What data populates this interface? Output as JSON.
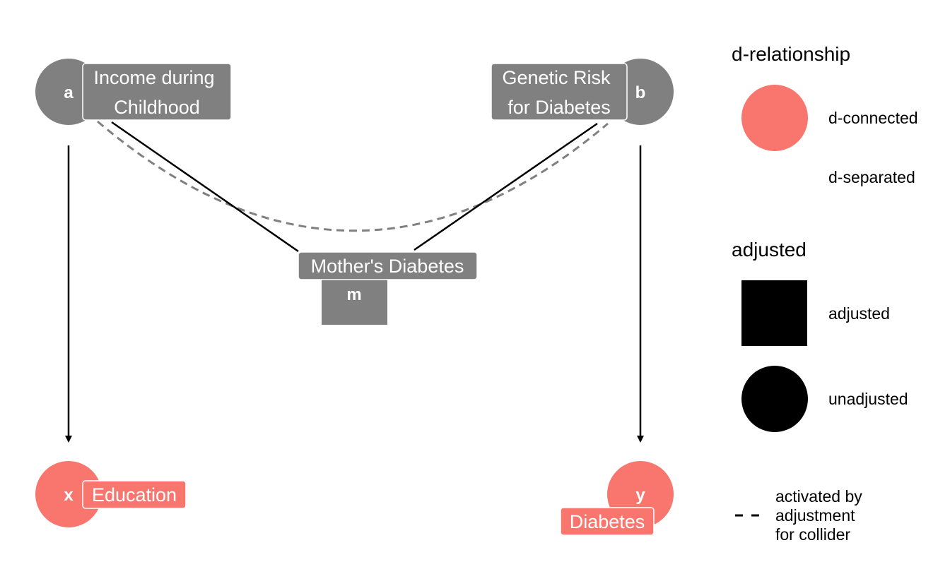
{
  "colors": {
    "connected": "#F8766D",
    "separated": "#808080",
    "edge": "#000000",
    "dashed": "#808080"
  },
  "nodes": {
    "a": {
      "name": "a",
      "label_line1": "Income during",
      "label_line2": "Childhood",
      "status": "d-separated",
      "adjusted": false
    },
    "b": {
      "name": "b",
      "label_line1": "Genetic Risk",
      "label_line2": "for Diabetes",
      "status": "d-separated",
      "adjusted": false
    },
    "m": {
      "name": "m",
      "label": "Mother's Diabetes",
      "status": "d-separated",
      "adjusted": true
    },
    "x": {
      "name": "x",
      "label": "Education",
      "status": "d-connected",
      "adjusted": false
    },
    "y": {
      "name": "y",
      "label": "Diabetes",
      "status": "d-connected",
      "adjusted": false
    }
  },
  "edges": [
    {
      "from": "a",
      "to": "x",
      "type": "directed"
    },
    {
      "from": "b",
      "to": "y",
      "type": "directed"
    },
    {
      "from": "a",
      "to": "m",
      "type": "solid"
    },
    {
      "from": "b",
      "to": "m",
      "type": "solid"
    },
    {
      "from": "a",
      "to": "b",
      "type": "dashed"
    }
  ],
  "legend": {
    "relationship_title": "d-relationship",
    "connected": "d-connected",
    "separated": "d-separated",
    "adjusted_title": "adjusted",
    "adjusted": "adjusted",
    "unadjusted": "unadjusted",
    "dashed_line1": "activated by",
    "dashed_line2": "adjustment",
    "dashed_line3": "for collider"
  }
}
